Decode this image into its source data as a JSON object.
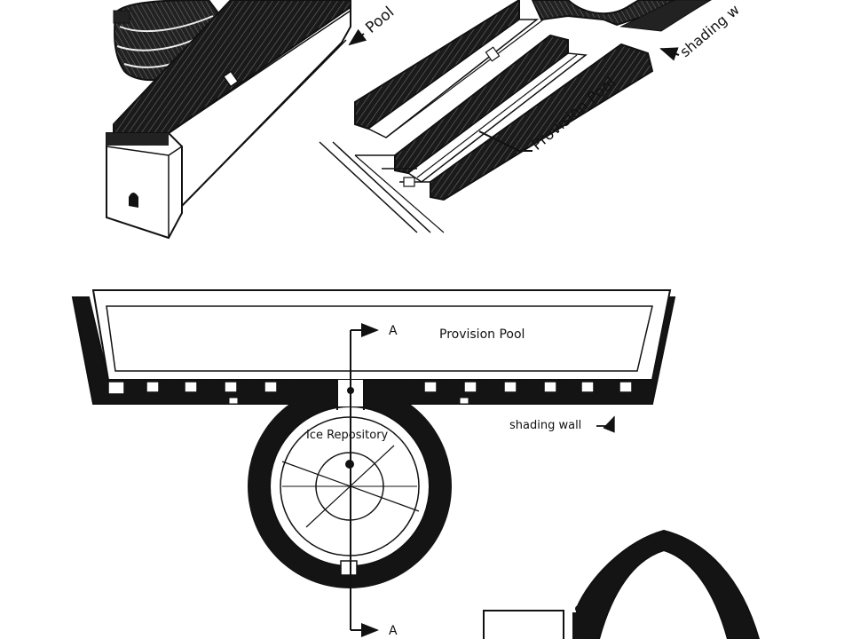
{
  "labels": {
    "pool": "Pool",
    "provision_pool_iso": "Provision Pool",
    "shading_wall_iso": "shading w",
    "provision_pool_plan": "Provision Pool",
    "shading_wall_plan": "shading wall",
    "ice_repository": "Ice Repository",
    "section_top": "A",
    "section_bottom": "A"
  },
  "colors": {
    "ink": "#111111",
    "wall": "#141414",
    "paper": "#ffffff",
    "hatch": "#3a3a3a"
  }
}
